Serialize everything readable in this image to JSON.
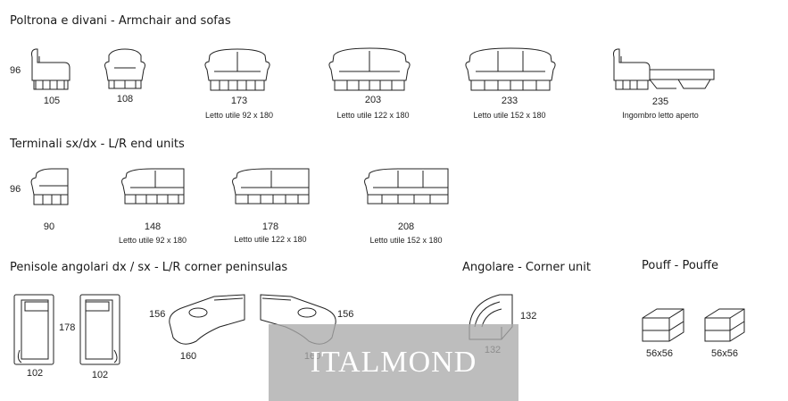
{
  "sections": {
    "armchairs": {
      "title": "Poltrona e divani - Armchair and sofas",
      "height": "96",
      "items": [
        {
          "width": "105",
          "caption": ""
        },
        {
          "width": "108",
          "caption": ""
        },
        {
          "width": "173",
          "caption": "Letto utile 92 x 180"
        },
        {
          "width": "203",
          "caption": "Letto utile 122 x 180"
        },
        {
          "width": "233",
          "caption": "Letto utile 152 x 180"
        },
        {
          "width": "235",
          "caption": "Ingombro letto aperto"
        }
      ]
    },
    "end_units": {
      "title": "Terminali  sx/dx - L/R end units",
      "height": "96",
      "items": [
        {
          "width": "90",
          "caption": ""
        },
        {
          "width": "148",
          "caption": "Letto utile 92 x 180"
        },
        {
          "width": "178",
          "caption": "Letto utile 122 x 180"
        },
        {
          "width": "208",
          "caption": "Letto utile 152 x 180"
        }
      ]
    },
    "peninsulas": {
      "title": "Penisole angolari dx / sx - L/R corner peninsulas",
      "labels": [
        "178",
        "102",
        "102",
        "156",
        "160",
        "156",
        "160"
      ]
    },
    "corner": {
      "title": "Angolare - Corner unit",
      "labels": [
        "132",
        "132"
      ]
    },
    "pouff": {
      "title": "Pouff - Pouffe",
      "labels": [
        "56x56",
        "56x56"
      ]
    }
  },
  "watermark": "ITALMOND"
}
